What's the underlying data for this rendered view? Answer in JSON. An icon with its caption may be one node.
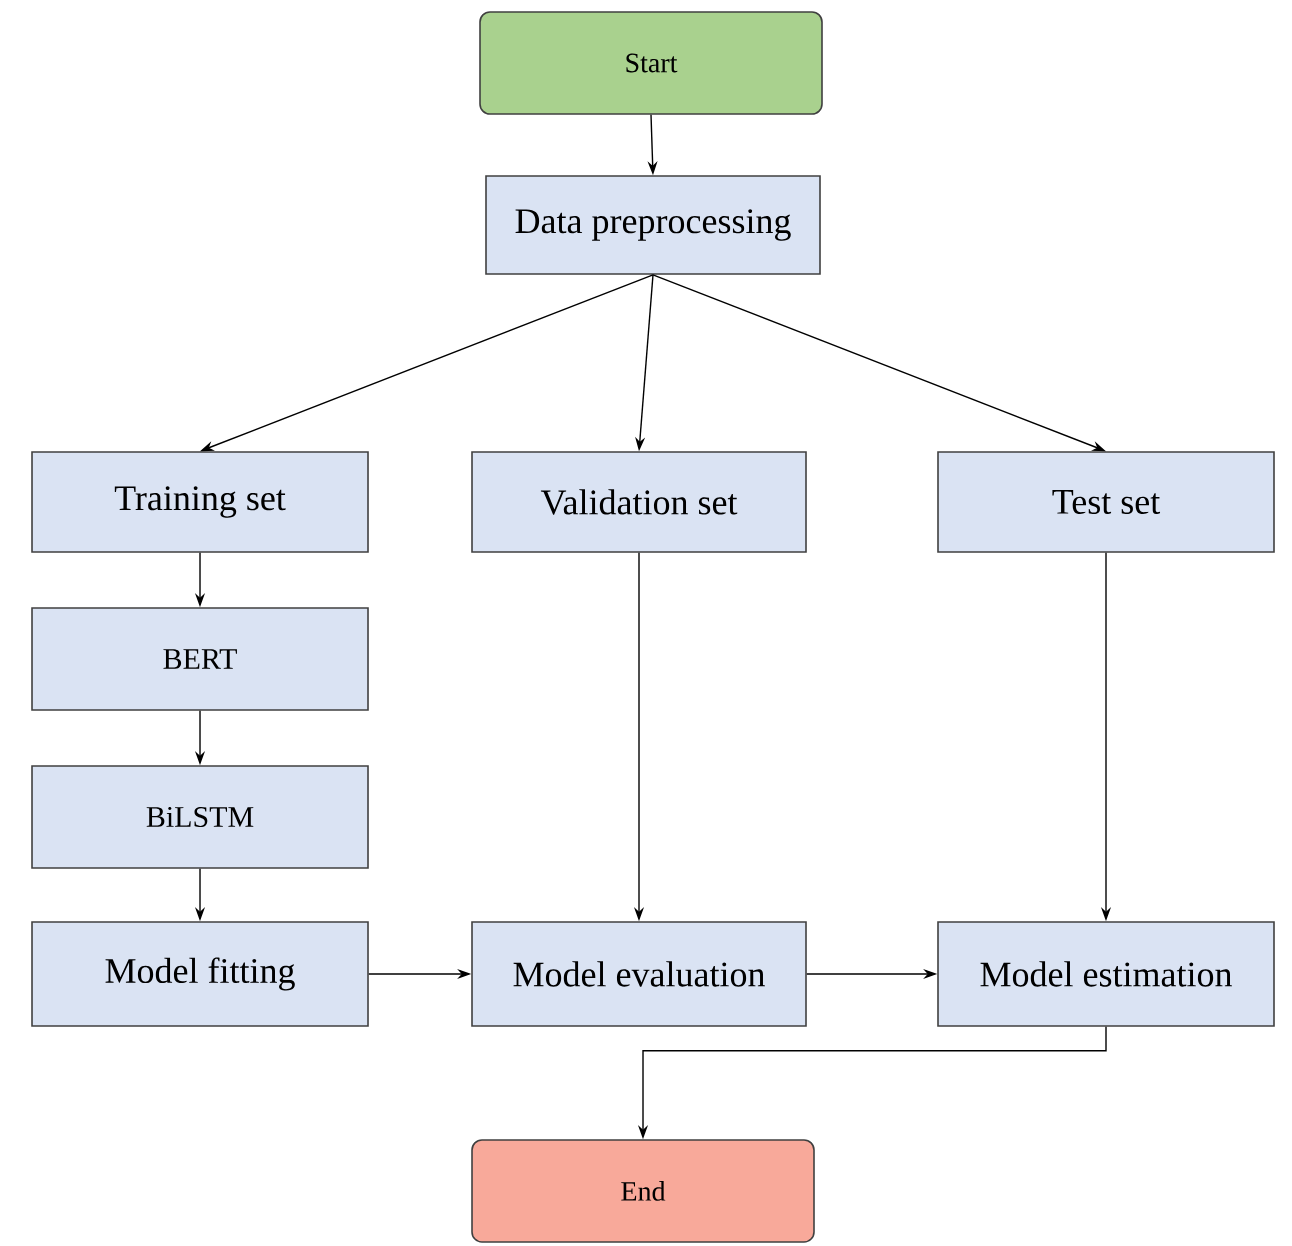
{
  "diagram": {
    "nodes": [
      {
        "text": [
          "Start"
        ]
      },
      {
        "text": [
          "Data preprocessing"
        ]
      },
      {
        "text": [
          "Training set"
        ]
      },
      {
        "text": [
          "Validation set"
        ]
      },
      {
        "text": [
          "Test set"
        ]
      },
      {
        "text": [
          "BERT"
        ]
      },
      {
        "text": [
          "BiLSTM"
        ]
      },
      {
        "text": [
          "Model fitting"
        ]
      },
      {
        "text": [
          "Model evaluation"
        ]
      },
      {
        "text": [
          "Model estimation"
        ]
      },
      {
        "text": [
          "End"
        ]
      }
    ],
    "edges": [
      {
        "from": 0,
        "to": 1,
        "arrow": "to"
      },
      {
        "from": 1,
        "to": 2,
        "arrow": "to"
      },
      {
        "from": 1,
        "to": 3,
        "arrow": "to"
      },
      {
        "from": 1,
        "to": 4,
        "arrow": "to"
      },
      {
        "from": 2,
        "to": 5,
        "arrow": "to"
      },
      {
        "from": 5,
        "to": 6,
        "arrow": "to"
      },
      {
        "from": 6,
        "to": 7,
        "arrow": "to"
      },
      {
        "from": 3,
        "to": 8,
        "arrow": "to"
      },
      {
        "from": 4,
        "to": 9,
        "arrow": "to"
      },
      {
        "from": 7,
        "to": 8,
        "arrow": "to"
      },
      {
        "from": 8,
        "to": 9,
        "arrow": "to"
      },
      {
        "from": 9,
        "to": 10,
        "arrow": "to"
      }
    ]
  }
}
